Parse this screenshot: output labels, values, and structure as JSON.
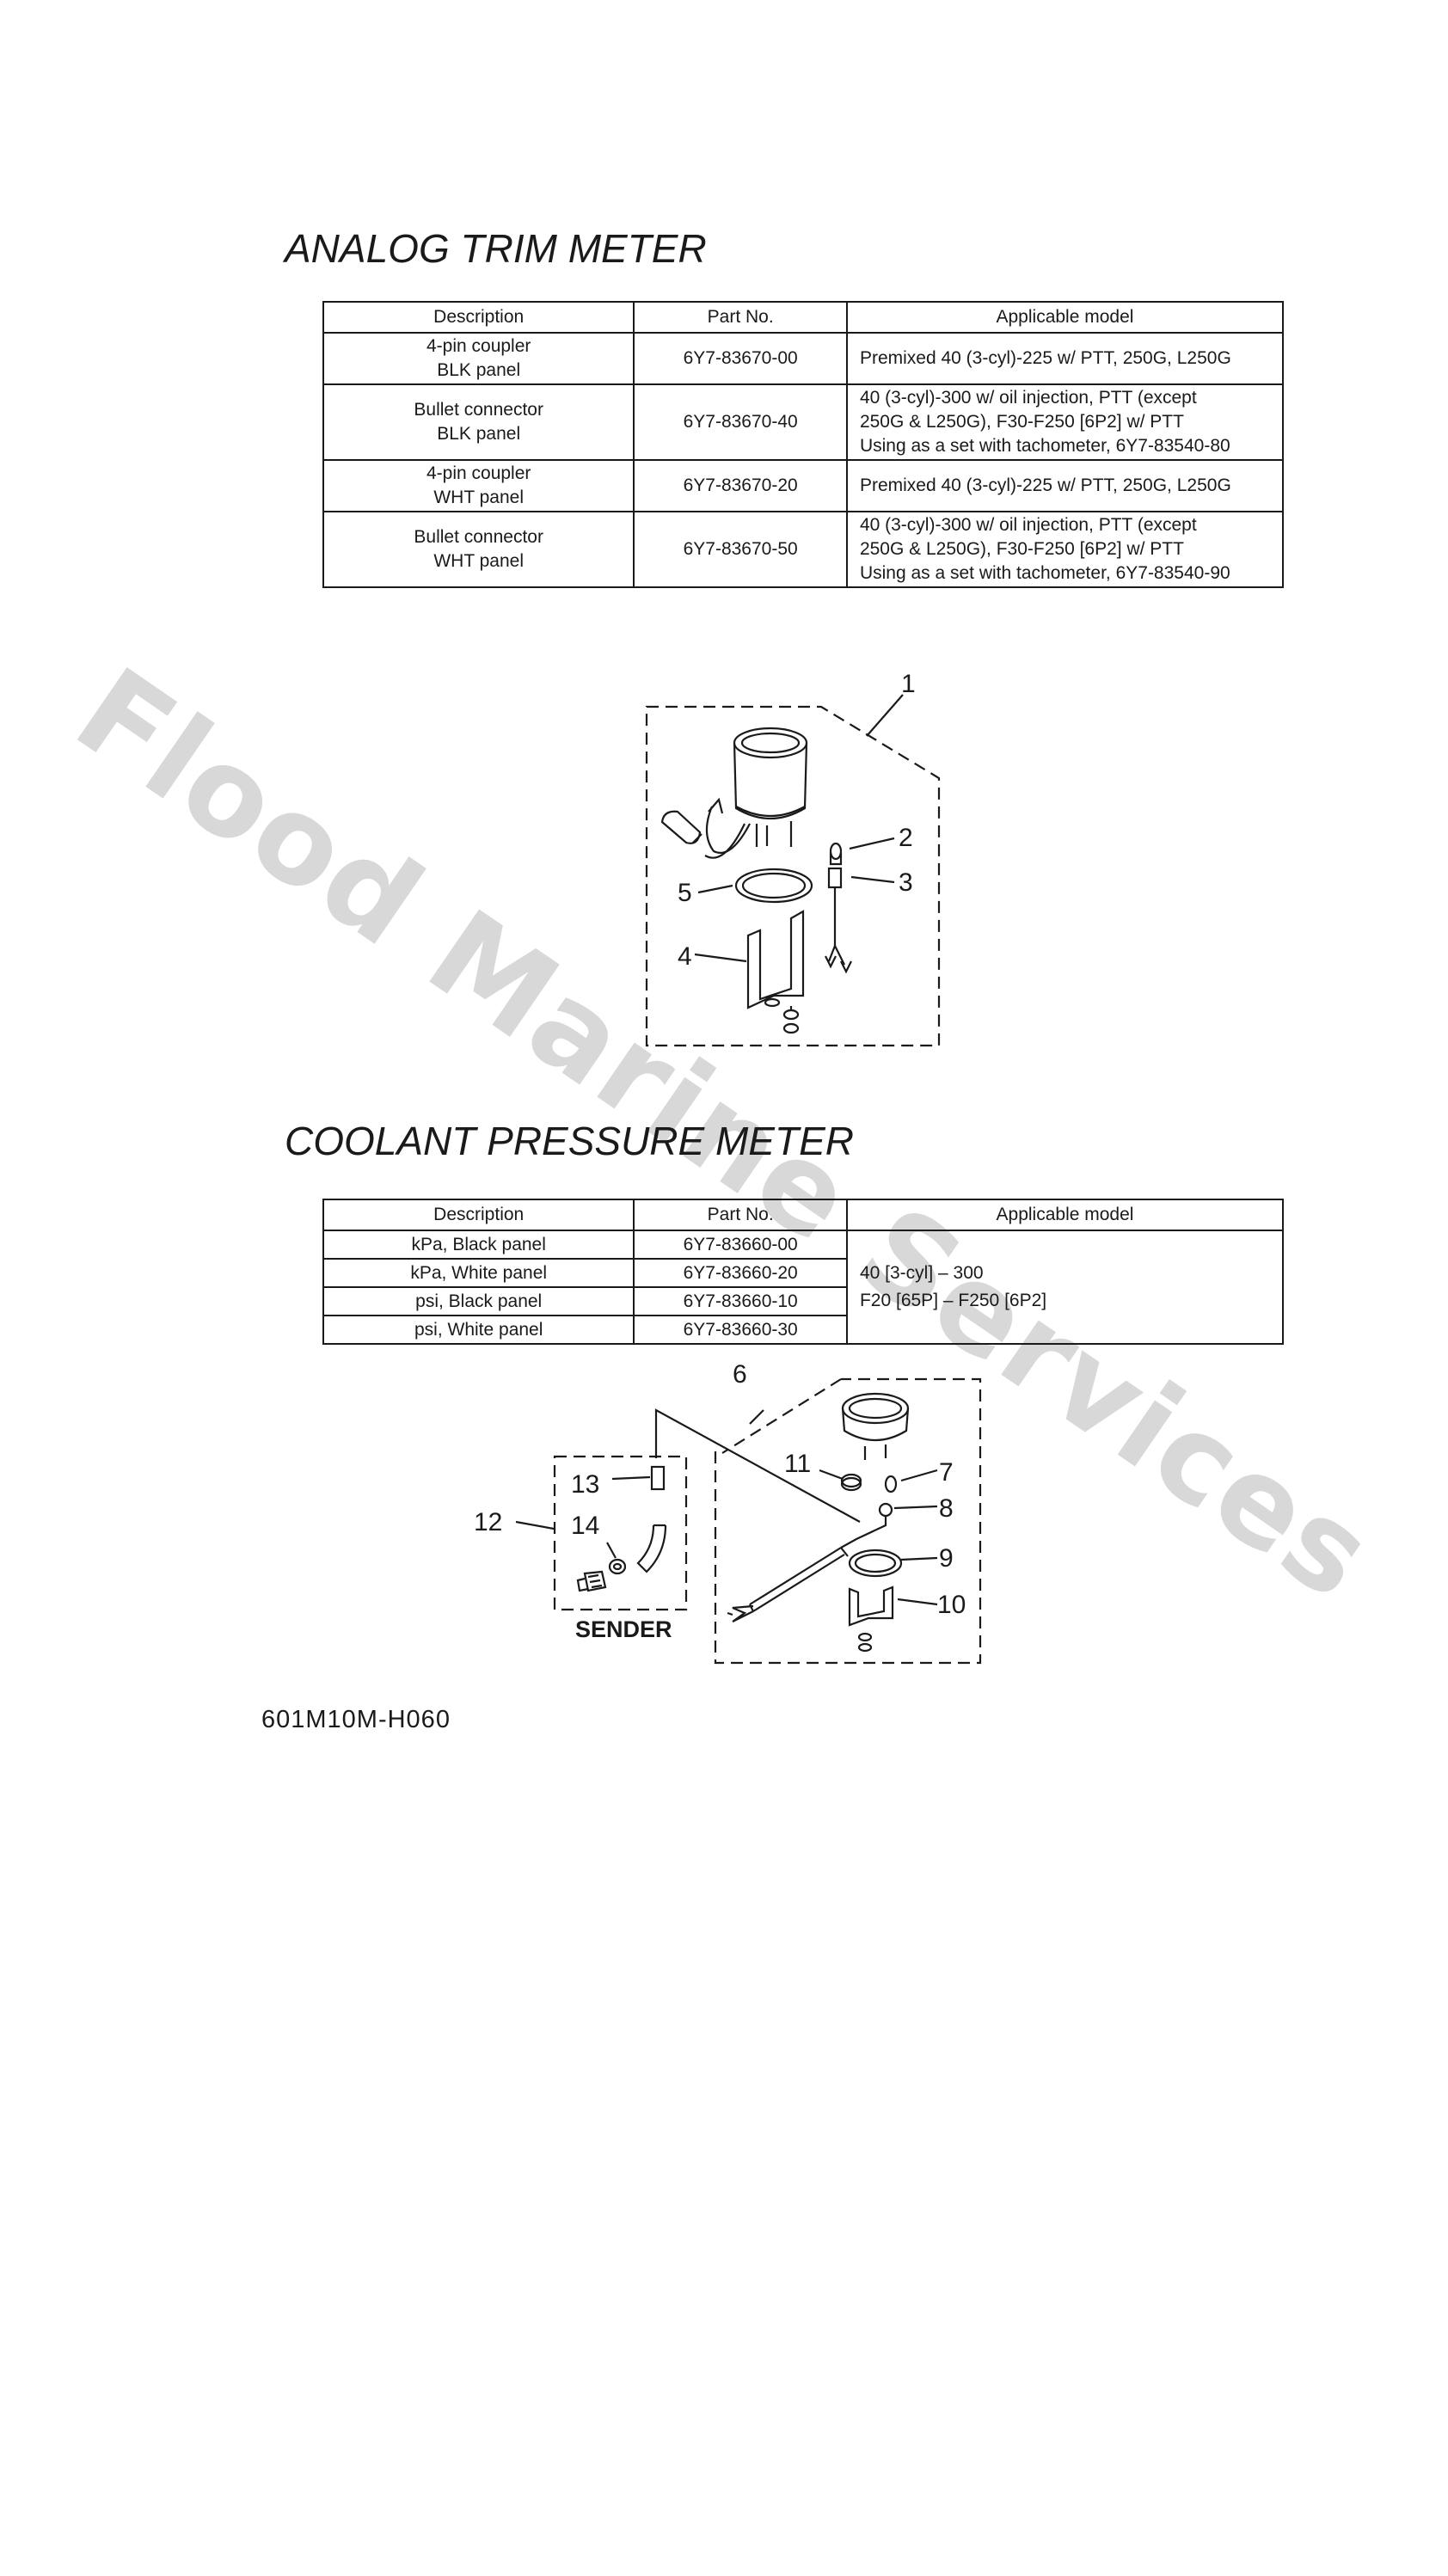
{
  "watermark": "Flood Marine Services",
  "trim_meter": {
    "title": "ANALOG TRIM METER",
    "headers": [
      "Description",
      "Part No.",
      "Applicable model"
    ],
    "rows": [
      {
        "desc": [
          "4-pin coupler",
          "BLK panel"
        ],
        "part": "6Y7-83670-00",
        "model": [
          "Premixed 40 (3-cyl)-225 w/ PTT, 250G, L250G"
        ]
      },
      {
        "desc": [
          "Bullet connector",
          "BLK panel"
        ],
        "part": "6Y7-83670-40",
        "model": [
          "40 (3-cyl)-300 w/ oil injection, PTT (except",
          "250G & L250G), F30-F250 [6P2] w/ PTT",
          "Using as a set with tachometer, 6Y7-83540-80"
        ]
      },
      {
        "desc": [
          "4-pin coupler",
          "WHT panel"
        ],
        "part": "6Y7-83670-20",
        "model": [
          "Premixed 40 (3-cyl)-225 w/ PTT, 250G, L250G"
        ]
      },
      {
        "desc": [
          "Bullet connector",
          "WHT panel"
        ],
        "part": "6Y7-83670-50",
        "model": [
          "40 (3-cyl)-300 w/ oil injection, PTT (except",
          "250G & L250G), F30-F250 [6P2] w/ PTT",
          "Using as a set with tachometer, 6Y7-83540-90"
        ]
      }
    ],
    "callouts": [
      "1",
      "2",
      "3",
      "4",
      "5"
    ]
  },
  "coolant_meter": {
    "title": "COOLANT PRESSURE METER",
    "headers": [
      "Description",
      "Part No.",
      "Applicable model"
    ],
    "rows": [
      {
        "desc": "kPa, Black panel",
        "part": "6Y7-83660-00"
      },
      {
        "desc": "kPa, White panel",
        "part": "6Y7-83660-20"
      },
      {
        "desc": "psi, Black panel",
        "part": "6Y7-83660-10"
      },
      {
        "desc": "psi, White panel",
        "part": "6Y7-83660-30"
      }
    ],
    "model": [
      "40 [3-cyl] – 300",
      "F20 [65P] – F250 [6P2]"
    ],
    "callouts": [
      "6",
      "7",
      "8",
      "9",
      "10",
      "11",
      "12",
      "13",
      "14"
    ],
    "sender_label": "SENDER"
  },
  "doc_number": "601M10M-H060"
}
